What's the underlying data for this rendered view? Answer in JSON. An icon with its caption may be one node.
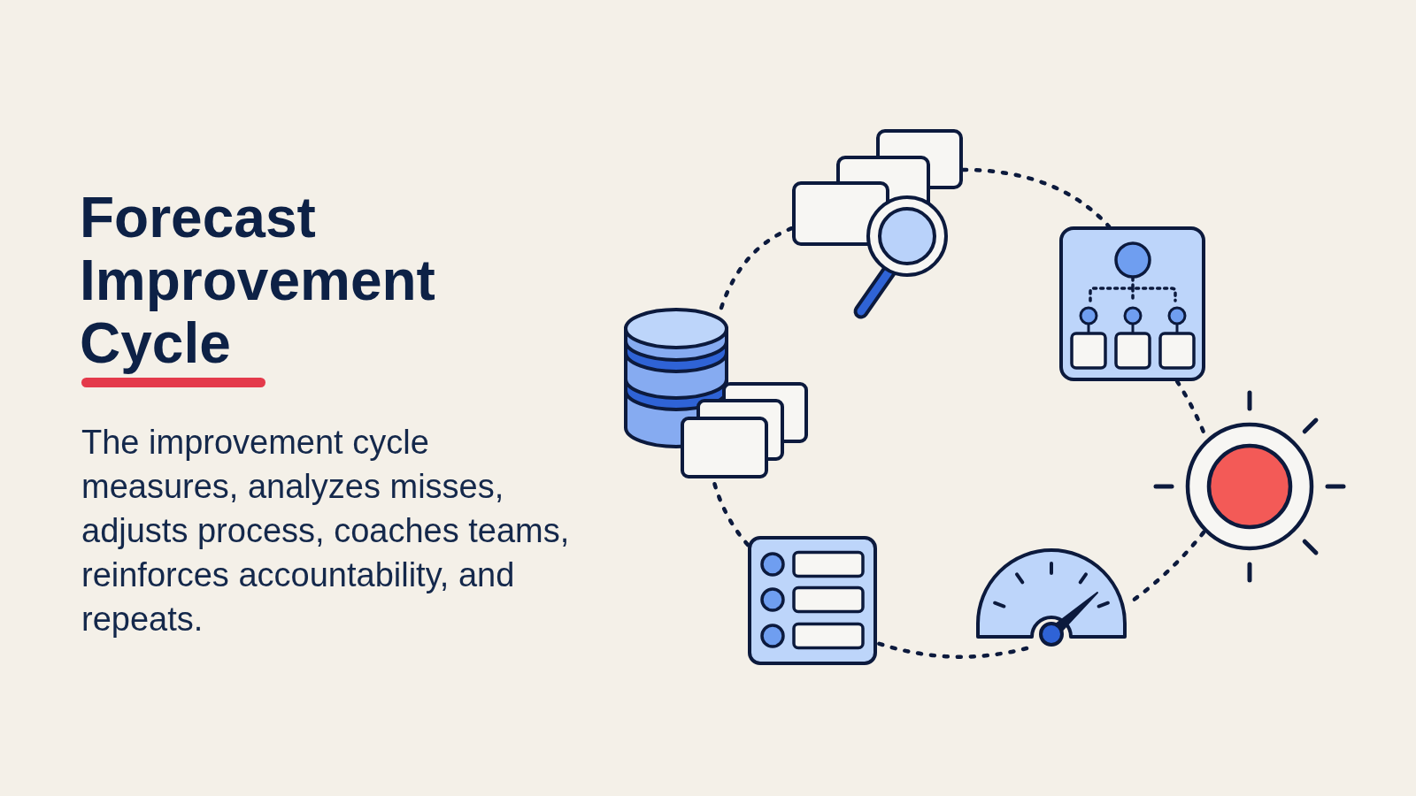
{
  "diagram": {
    "title": "Forecast Improvement Cycle",
    "nodes": [
      {
        "text": [],
        "shape": "picture"
      },
      {
        "text": [],
        "shape": "picture"
      },
      {
        "text": [],
        "shape": "picture"
      },
      {
        "text": [],
        "shape": "picture"
      },
      {
        "text": [],
        "shape": "picture"
      },
      {
        "text": [],
        "shape": "picture"
      }
    ],
    "edges": [
      {
        "from": 0,
        "to": 1,
        "arrow": "none",
        "style": "dashed"
      },
      {
        "from": 1,
        "to": 3,
        "arrow": "none",
        "style": "dashed"
      },
      {
        "from": 3,
        "to": 5,
        "arrow": "none",
        "style": "dashed"
      },
      {
        "from": 5,
        "to": 4,
        "arrow": "none",
        "style": "dashed"
      },
      {
        "from": 4,
        "to": 2,
        "arrow": "none",
        "style": "dashed"
      },
      {
        "from": 2,
        "to": 0,
        "arrow": "none",
        "style": "dashed"
      }
    ],
    "labels": [
      "The improvement cycle measures, analyzes misses, adjusts process, coaches teams, reinforces accountability, and repeats."
    ]
  }
}
